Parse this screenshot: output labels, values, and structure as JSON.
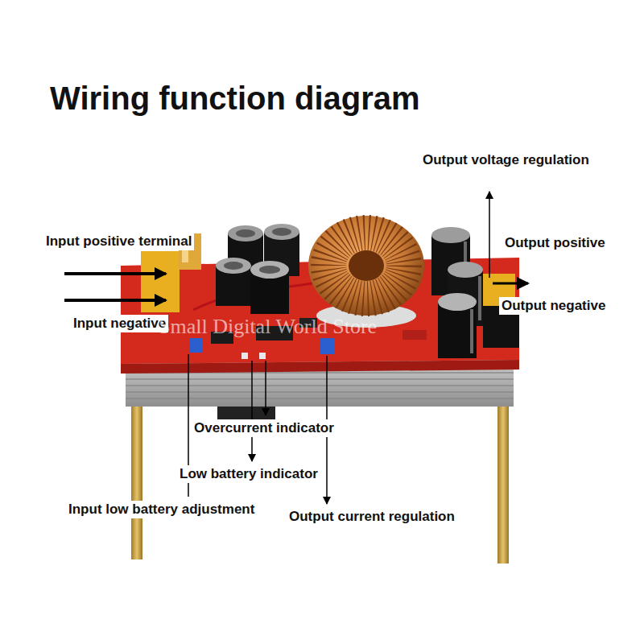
{
  "diagram": {
    "title": "Wiring function diagram",
    "labels": [
      "Output voltage regulation",
      "Input positive terminal",
      "Output positive",
      "Output negative",
      "Input negative",
      "Small Digital World Store",
      "Overcurrent indicator",
      "Low battery indicator",
      "Input low battery adjustment",
      "Output current regulation"
    ]
  }
}
